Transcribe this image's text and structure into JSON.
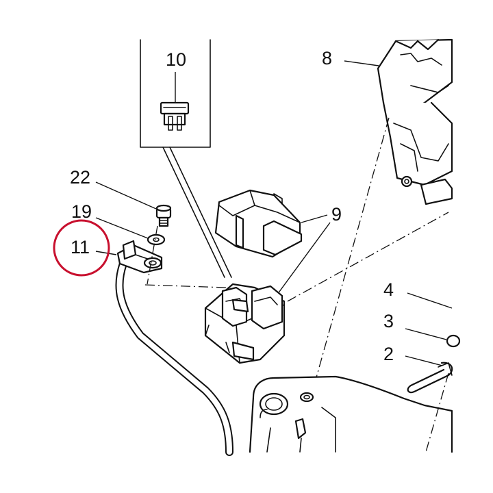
{
  "callouts": {
    "c10": "10",
    "c8": "8",
    "c22": "22",
    "c19": "19",
    "c11": "11",
    "c9": "9",
    "c4": "4",
    "c3": "3",
    "c2": "2"
  },
  "highlight": {
    "target": "11",
    "color": "#c8102e"
  }
}
